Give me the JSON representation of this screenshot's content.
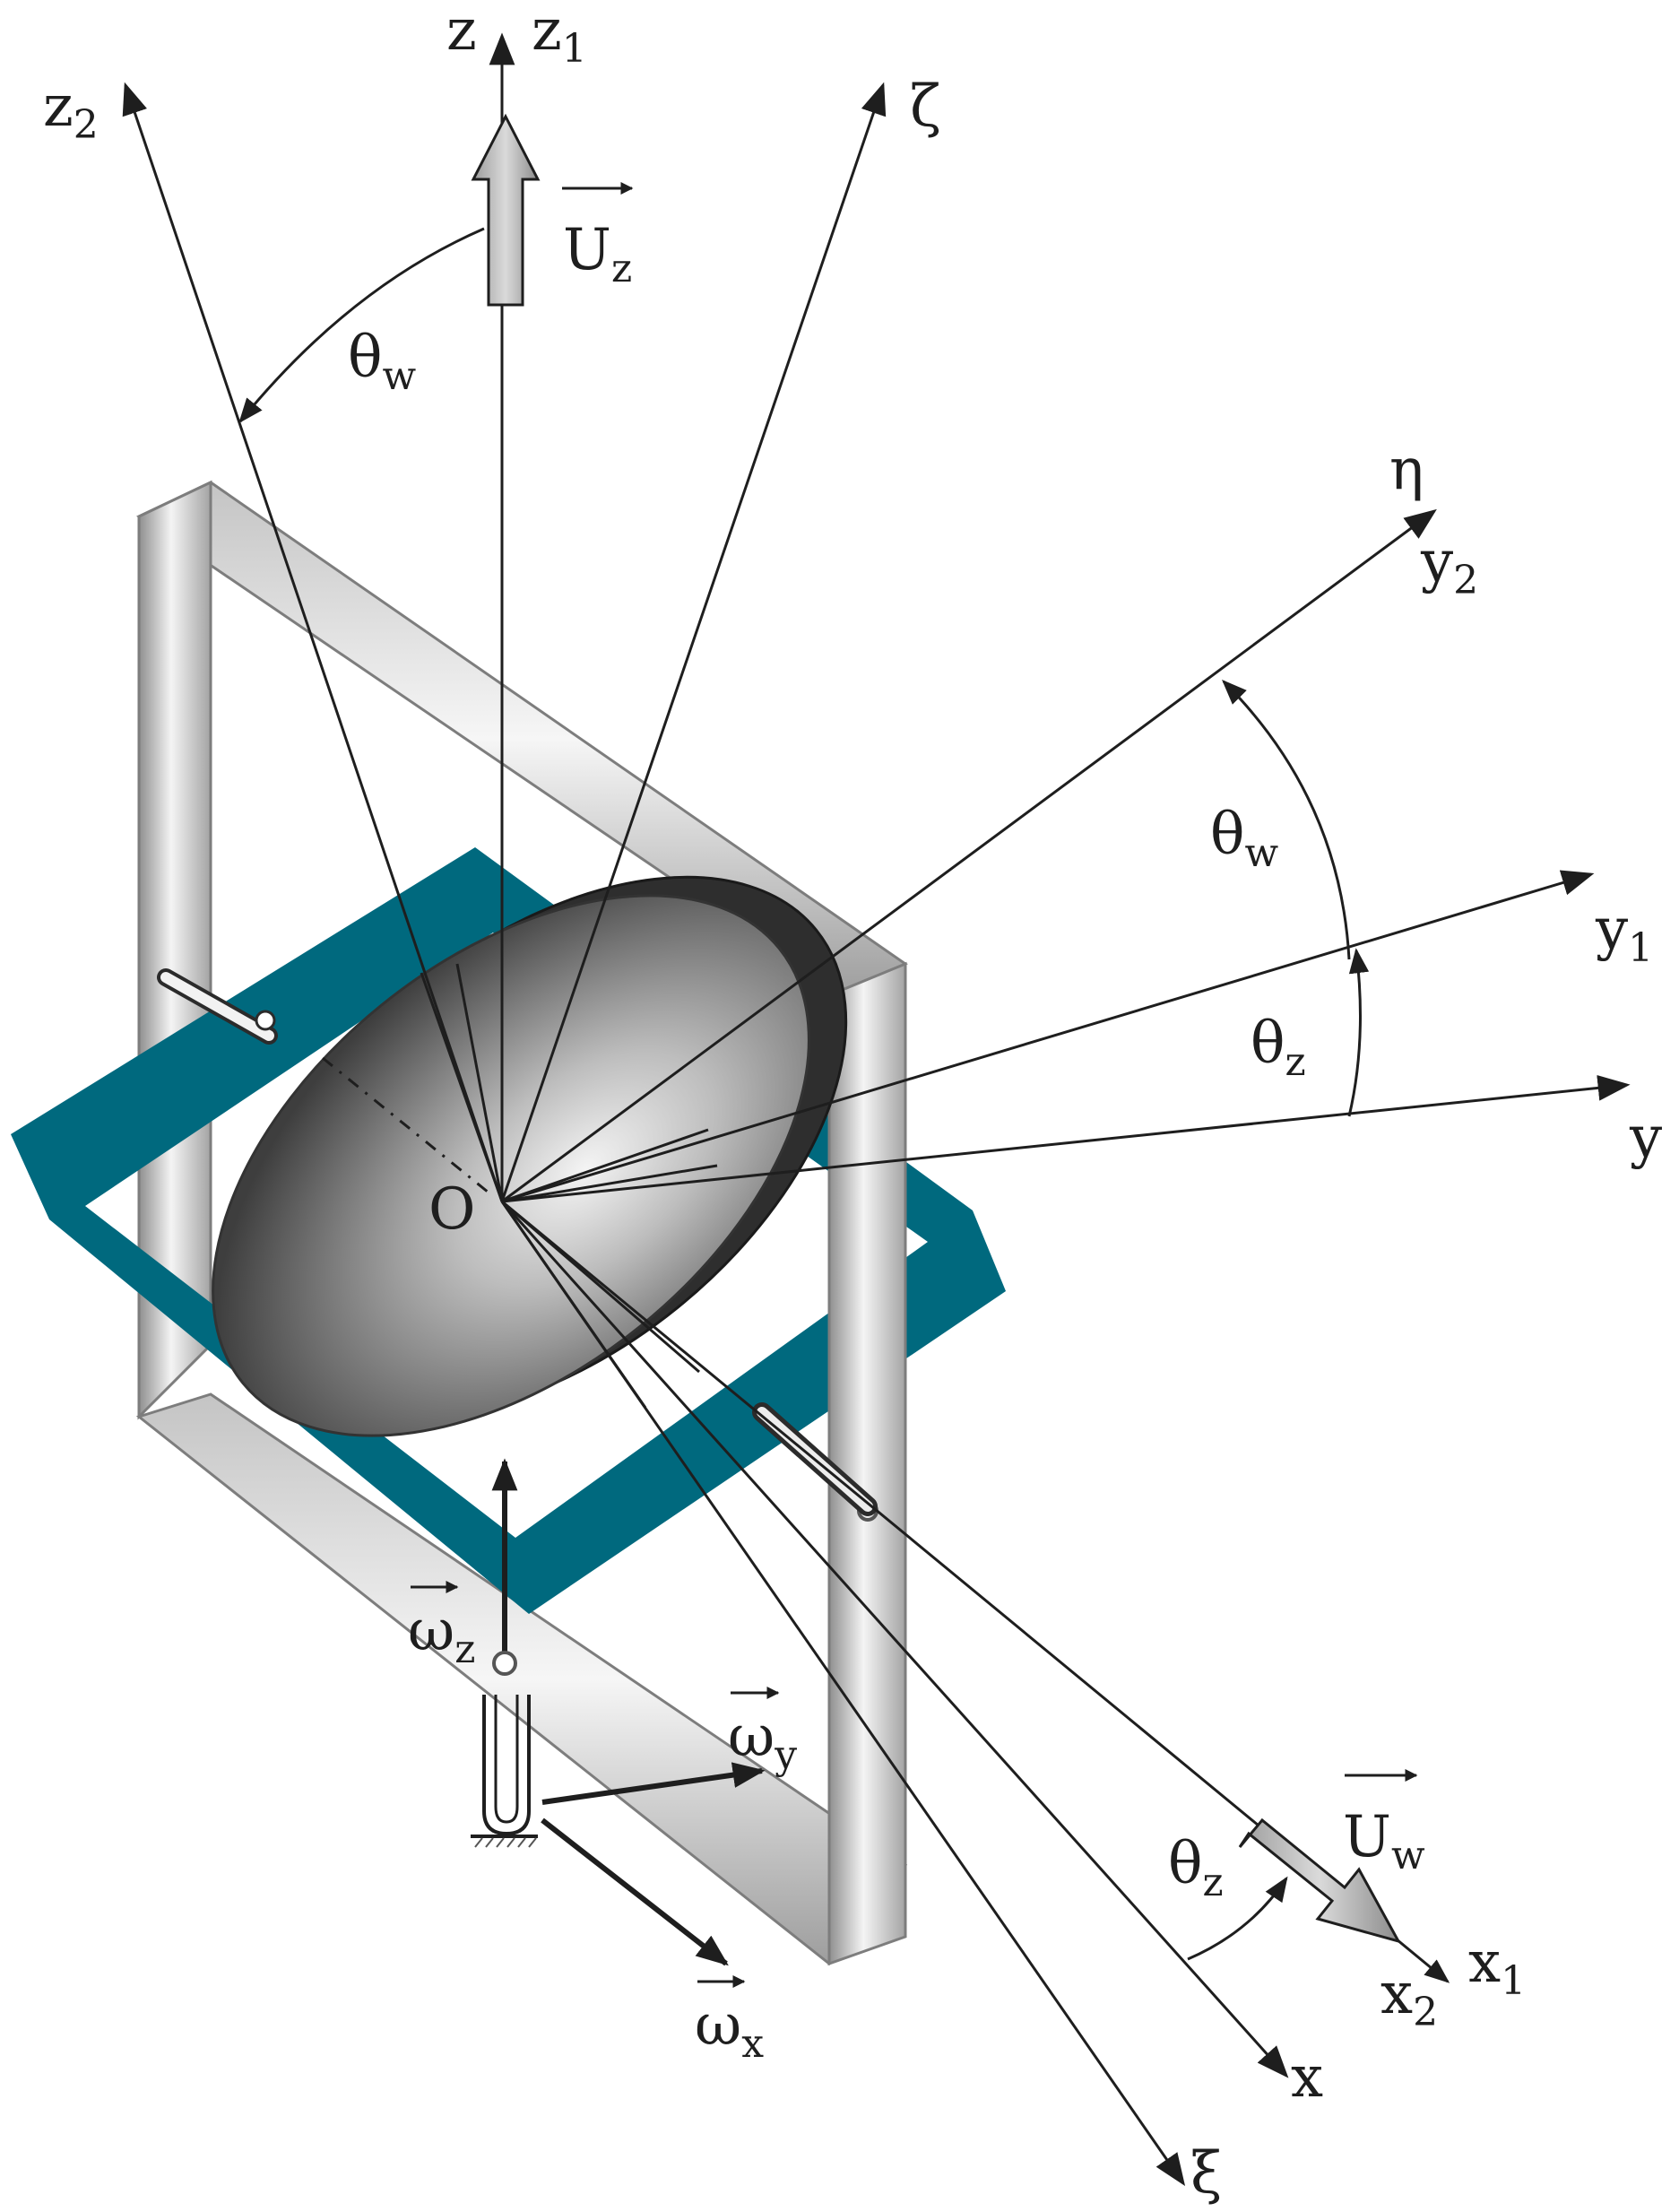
{
  "diagram": {
    "origin_label": "O",
    "axes": {
      "z": {
        "base": "z",
        "sub": ""
      },
      "z1": {
        "base": "z",
        "sub": "1"
      },
      "z2": {
        "base": "z",
        "sub": "2"
      },
      "zeta": {
        "base": "ζ",
        "sub": ""
      },
      "eta": {
        "base": "η",
        "sub": ""
      },
      "y2": {
        "base": "y",
        "sub": "2"
      },
      "y1": {
        "base": "y",
        "sub": "1"
      },
      "y": {
        "base": "y",
        "sub": ""
      },
      "x": {
        "base": "x",
        "sub": ""
      },
      "x1": {
        "base": "x",
        "sub": "1"
      },
      "x2": {
        "base": "x",
        "sub": "2"
      },
      "xi": {
        "base": "ξ",
        "sub": ""
      }
    },
    "angles": {
      "theta_w_top": {
        "base": "θ",
        "sub": "w"
      },
      "theta_w_right": {
        "base": "θ",
        "sub": "w"
      },
      "theta_z_right": {
        "base": "θ",
        "sub": "z"
      },
      "theta_z_bottom": {
        "base": "θ",
        "sub": "z"
      }
    },
    "vectors": {
      "Uz": {
        "base": "U",
        "sub": "z"
      },
      "Uw": {
        "base": "U",
        "sub": "w"
      },
      "omega_z": {
        "base": "ω",
        "sub": "z"
      },
      "omega_y": {
        "base": "ω",
        "sub": "y"
      },
      "omega_x": {
        "base": "ω",
        "sub": "x"
      }
    },
    "colors": {
      "gimbal": "#00697e",
      "frame_light": "#f2f2f2",
      "frame_dark": "#9a9a9a",
      "disk_rim": "#2e2e2e",
      "disk_face_center": "#e8e8e8",
      "disk_face_edge": "#4a4a4a",
      "vector_arrow": "#b8b8b8",
      "lines": "#1e1e1e"
    }
  }
}
